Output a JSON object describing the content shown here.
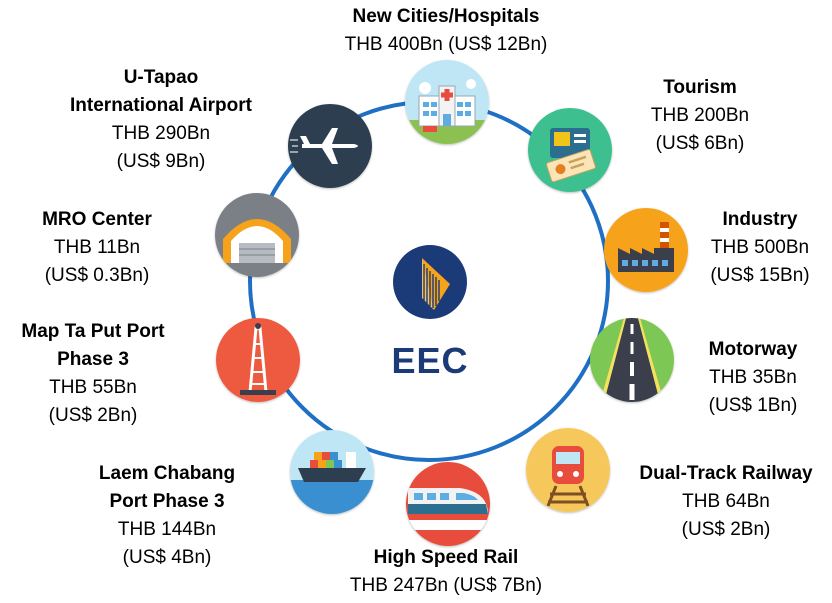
{
  "center": {
    "label": "EEC",
    "logo_color": "#1b3a78",
    "accent": "#f6a21a"
  },
  "ring_color": "#1f6fc4",
  "projects": {
    "new_cities": {
      "title": "New Cities/Hospitals",
      "value": "THB 400Bn (US$ 12Bn)",
      "icon": "hospital-icon"
    },
    "tourism": {
      "title": "Tourism",
      "value1": "THB 200Bn",
      "value2": "(US$ 6Bn)",
      "icon": "tourism-icon"
    },
    "industry": {
      "title": "Industry",
      "value1": "THB 500Bn",
      "value2": "(US$ 15Bn)",
      "icon": "factory-icon"
    },
    "motorway": {
      "title": "Motorway",
      "value1": "THB 35Bn",
      "value2": "(US$ 1Bn)",
      "icon": "road-icon"
    },
    "dual_track": {
      "title": "Dual-Track Railway",
      "value1": "THB 64Bn",
      "value2": "(US$ 2Bn)",
      "icon": "train-icon"
    },
    "high_speed": {
      "title": "High Speed Rail",
      "value": "THB 247Bn (US$ 7Bn)",
      "icon": "bullet-train-icon"
    },
    "laem_chabang": {
      "title1": "Laem Chabang",
      "title2": "Port Phase 3",
      "value1": "THB 144Bn",
      "value2": "(US$ 4Bn)",
      "icon": "ship-icon"
    },
    "map_ta_put": {
      "title1": "Map Ta Put Port",
      "title2": "Phase 3",
      "value1": "THB 55Bn",
      "value2": "(US$ 2Bn)",
      "icon": "oil-rig-icon"
    },
    "mro": {
      "title": "MRO Center",
      "value1": "THB 11Bn",
      "value2": "(US$ 0.3Bn)",
      "icon": "hangar-icon"
    },
    "utapao": {
      "title1": "U-Tapao",
      "title2": "International Airport",
      "value1": "THB 290Bn",
      "value2": "(US$ 9Bn)",
      "icon": "airplane-icon"
    }
  }
}
